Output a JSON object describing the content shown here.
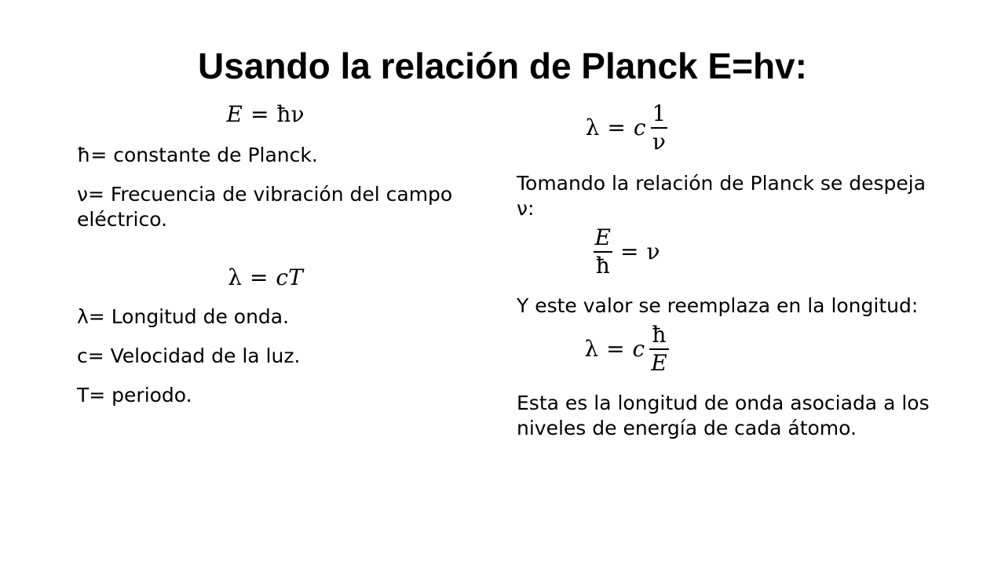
{
  "slide": {
    "title": "Usando la relación de Planck E=hv:"
  },
  "left": {
    "eq1": {
      "lhs": "E",
      "eq": "=",
      "rhs": "ħν"
    },
    "def_h": "ħ= constante de Planck.",
    "def_nu": "ν= Frecuencia de vibración del campo eléctrico.",
    "eq2": {
      "lhs": "λ",
      "eq": "=",
      "rhs": "cT"
    },
    "def_lambda": "λ= Longitud de onda.",
    "def_c": "c= Velocidad de la luz.",
    "def_T": "T= periodo."
  },
  "right": {
    "eq1": {
      "lhs": "λ",
      "eq": "=",
      "coef": "c",
      "num": "1",
      "den": "ν"
    },
    "text1": "Tomando la relación de Planck se despeja ν:",
    "eq2": {
      "num": "E",
      "den": "ħ",
      "eq": "=",
      "rhs": "ν"
    },
    "text2": "Y este valor se reemplaza en la longitud:",
    "eq3": {
      "lhs": "λ",
      "eq": "=",
      "coef": "c",
      "num": "ħ",
      "den": "E"
    },
    "text3": "Esta es la longitud de onda asociada a los niveles de energía de cada átomo."
  }
}
